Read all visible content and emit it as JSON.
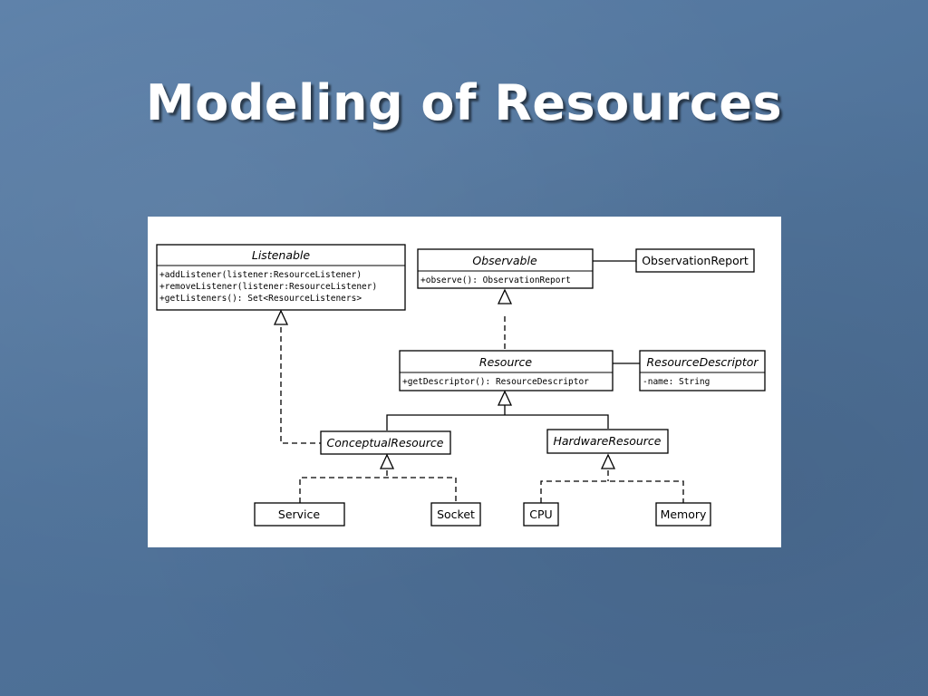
{
  "slide": {
    "title": "Modeling of Resources"
  },
  "diagram": {
    "classes": {
      "listenable": {
        "name": "Listenable",
        "members": [
          "+addListener(listener:ResourceListener)",
          "+removeListener(listener:ResourceListener)",
          "+getListeners(): Set<ResourceListeners>"
        ]
      },
      "observable": {
        "name": "Observable",
        "members": [
          "+observe(): ObservationReport"
        ]
      },
      "observation_report": {
        "name": "ObservationReport"
      },
      "resource": {
        "name": "Resource",
        "members": [
          "+getDescriptor(): ResourceDescriptor"
        ]
      },
      "resource_descriptor": {
        "name": "ResourceDescriptor",
        "members": [
          "-name: String"
        ]
      },
      "conceptual_resource": {
        "name": "ConceptualResource"
      },
      "hardware_resource": {
        "name": "HardwareResource"
      },
      "service": {
        "name": "Service"
      },
      "socket": {
        "name": "Socket"
      },
      "cpu": {
        "name": "CPU"
      },
      "memory": {
        "name": "Memory"
      }
    }
  }
}
